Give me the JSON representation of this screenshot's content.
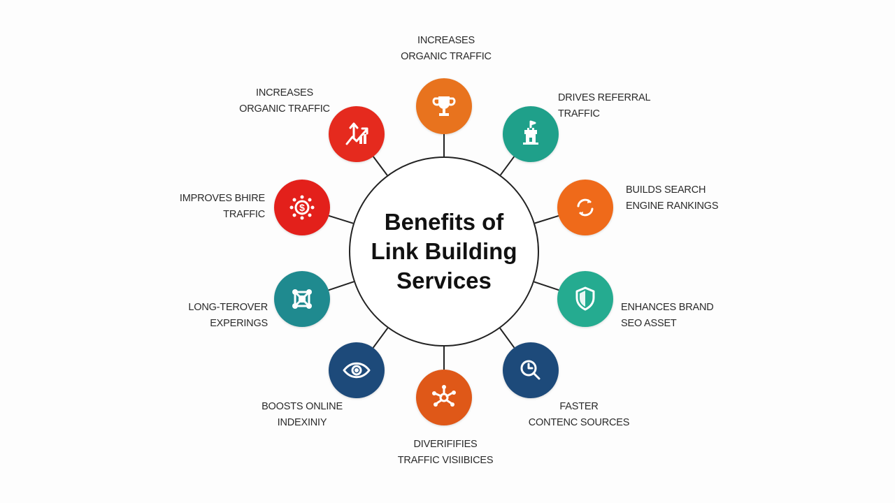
{
  "title": [
    "Benefits of",
    "Link Building",
    "Services"
  ],
  "nodes": [
    {
      "icon": "trophy-icon",
      "color": "#e8731e",
      "lines": [
        "INCREASES",
        "ORGANIC TRAFFIC"
      ]
    },
    {
      "icon": "castle-icon",
      "color": "#1fa08a",
      "lines": [
        "DRIVES REFERRAL",
        "TRAFFIC"
      ]
    },
    {
      "icon": "refresh-icon",
      "color": "#ef6a1a",
      "lines": [
        "BUILDS SEARCH",
        "ENGINE RANKINGS"
      ]
    },
    {
      "icon": "shield-icon",
      "color": "#25ab90",
      "lines": [
        "ENHANCES BRAND",
        "SEO ASSET"
      ]
    },
    {
      "icon": "clock-search-icon",
      "color": "#1d4a7a",
      "lines": [
        "FASTER",
        "CONTENC SOURCES"
      ]
    },
    {
      "icon": "network-icon",
      "color": "#df5818",
      "lines": [
        "DIVERIFIFIES",
        "TRAFFIC VISIIBICES"
      ]
    },
    {
      "icon": "eye-icon",
      "color": "#1d4a7a",
      "lines": [
        "BOOSTS ONLINE",
        "INDEXINIY"
      ]
    },
    {
      "icon": "nodes-square-icon",
      "color": "#1f8a8f",
      "lines": [
        "LONG-TEROVER",
        "EXPERINGS"
      ]
    },
    {
      "icon": "dollar-gear-icon",
      "color": "#e3201b",
      "lines": [
        "IMPROVES BHIRE",
        "TRAFFIC"
      ]
    },
    {
      "icon": "growth-chart-icon",
      "color": "#e52a1e",
      "lines": [
        "INCREASES",
        "ORGANIC TRAFFIC"
      ]
    }
  ]
}
